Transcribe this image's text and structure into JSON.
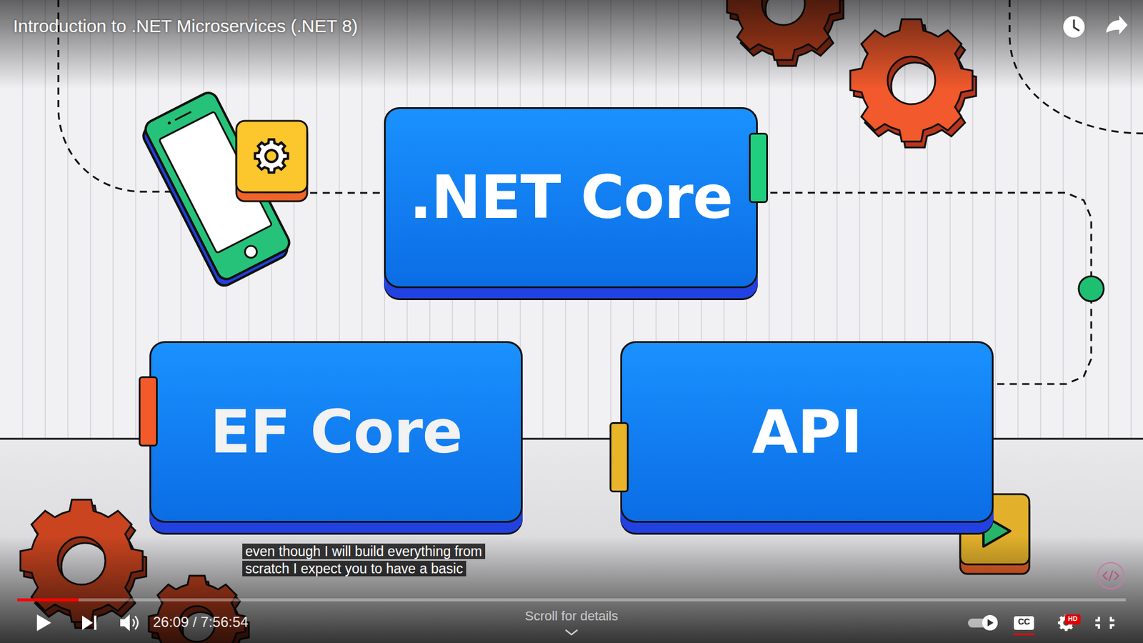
{
  "diagram": {
    "title": "Introduction to .NET Microservices (.NET 8)",
    "caption": "even though I will build everything from scratch I expect you to have a basic",
    "nodes": [
      {
        "text": [
          ".NET Core"
        ]
      },
      {
        "text": [
          "EF Core"
        ]
      },
      {
        "text": [
          "API"
        ]
      }
    ],
    "edges": [
      {
        "from": 0,
        "to": 2,
        "arrow": "none"
      }
    ],
    "labels": [
      "26:09 / 7:56:54",
      "Scroll for details",
      "CC",
      "HD"
    ]
  }
}
